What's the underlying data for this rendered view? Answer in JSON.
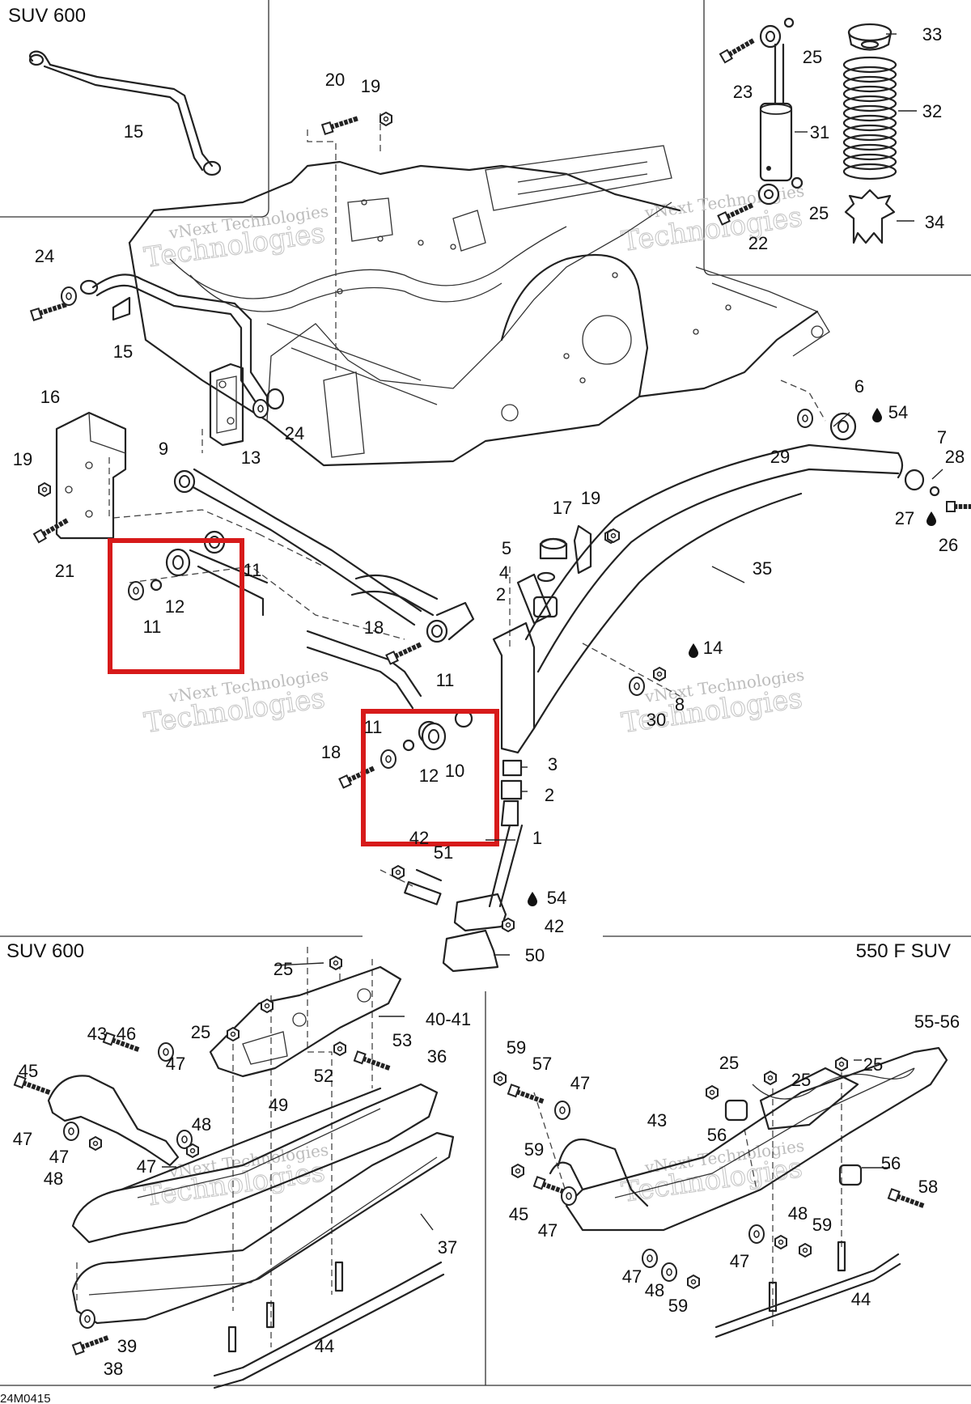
{
  "panels": {
    "top_left": "SUV 600",
    "bottom_left": "SUV 600",
    "bottom_right": "550 F SUV"
  },
  "watermark": {
    "line1": "vNext Technologies",
    "line2": "Technologies"
  },
  "figure_code": "24M0415",
  "callouts": {
    "c1": "15",
    "c2": "20",
    "c3": "19",
    "c4": "25",
    "c5": "33",
    "c6": "23",
    "c7": "32",
    "c8": "31",
    "c9": "25",
    "c10": "22",
    "c11": "34",
    "c12": "24",
    "c13": "15",
    "c14": "16",
    "c15": "24",
    "c16": "13",
    "c17": "9",
    "c18": "19",
    "c19": "6",
    "c20": "54",
    "c21": "29",
    "c22": "7",
    "c23": "28",
    "c24": "27",
    "c25": "26",
    "c26": "21",
    "c27": "17",
    "c28": "19",
    "c29": "5",
    "c30": "4",
    "c31": "2",
    "c32": "35",
    "c33": "11",
    "c34": "12",
    "c35": "11",
    "c36": "18",
    "c37": "14",
    "c38": "11",
    "c39": "8",
    "c40": "30",
    "c41": "11",
    "c42": "18",
    "c43": "12",
    "c44": "10",
    "c45": "3",
    "c46": "2",
    "c47": "42",
    "c48": "1",
    "c49": "51",
    "c50": "54",
    "c51": "42",
    "c52": "50",
    "c53": "25",
    "c54": "40-41",
    "c55": "43",
    "c56": "46",
    "c57": "25",
    "c58": "53",
    "c59": "36",
    "c60": "45",
    "c61": "47",
    "c62": "52",
    "c63": "49",
    "c64": "47",
    "c65": "48",
    "c66": "47",
    "c67": "48",
    "c68": "47",
    "c69": "37",
    "c70": "39",
    "c71": "44",
    "c72": "38",
    "c73": "59",
    "c74": "57",
    "c75": "25",
    "c76": "25",
    "c77": "25",
    "c78": "55-56",
    "c79": "47",
    "c80": "43",
    "c81": "56",
    "c82": "59",
    "c83": "56",
    "c84": "58",
    "c85": "45",
    "c86": "47",
    "c87": "48",
    "c88": "59",
    "c89": "47",
    "c90": "47",
    "c91": "48",
    "c92": "59",
    "c93": "44"
  }
}
